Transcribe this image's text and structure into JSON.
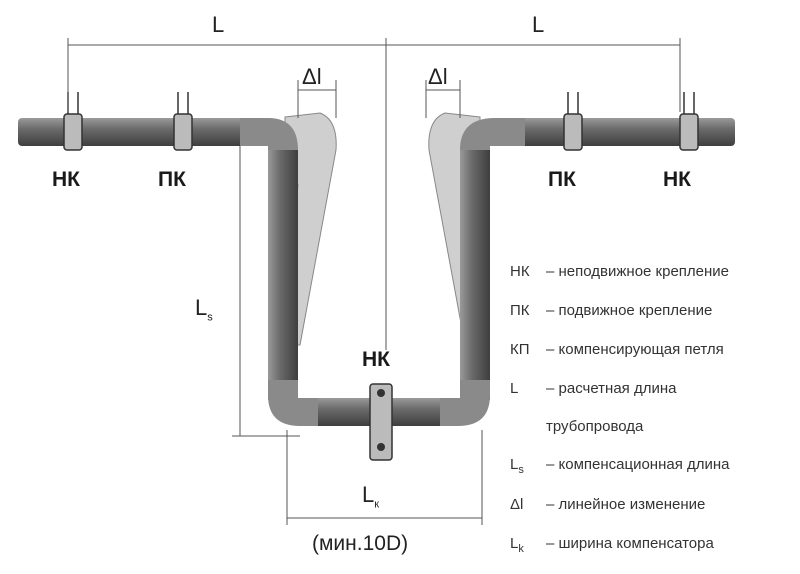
{
  "labels": {
    "fixed_left": "НК",
    "sliding_left": "ПК",
    "sliding_right": "ПК",
    "fixed_right": "НК",
    "fixed_center": "НК"
  },
  "dimensions": {
    "L_left": "L",
    "L_right": "L",
    "dl_left": "Δl",
    "dl_right": "Δl",
    "Ls_main": "L",
    "Ls_sub": "s",
    "Lk_main": "L",
    "Lk_sub": "к",
    "min": "(мин.10D)"
  },
  "legend": [
    {
      "key": "НК",
      "text": "– неподвижное крепление"
    },
    {
      "key": "ПК",
      "text": "– подвижное крепление"
    },
    {
      "key": "КП",
      "text": "– компенсирующая петля"
    },
    {
      "key": "L",
      "text": "– расчетная длина"
    },
    {
      "key": "",
      "text": "трубопровода"
    },
    {
      "key": "L",
      "sub": "s",
      "text": "– компенсационная длина"
    },
    {
      "key": "Δl",
      "text": "– линейное изменение"
    },
    {
      "key": "L",
      "sub": "k",
      "text": "– ширина компенсатора"
    }
  ],
  "colors": {
    "pipe": "#6f6f6f",
    "ghost": "#c9c9c9",
    "line": "#444444"
  }
}
